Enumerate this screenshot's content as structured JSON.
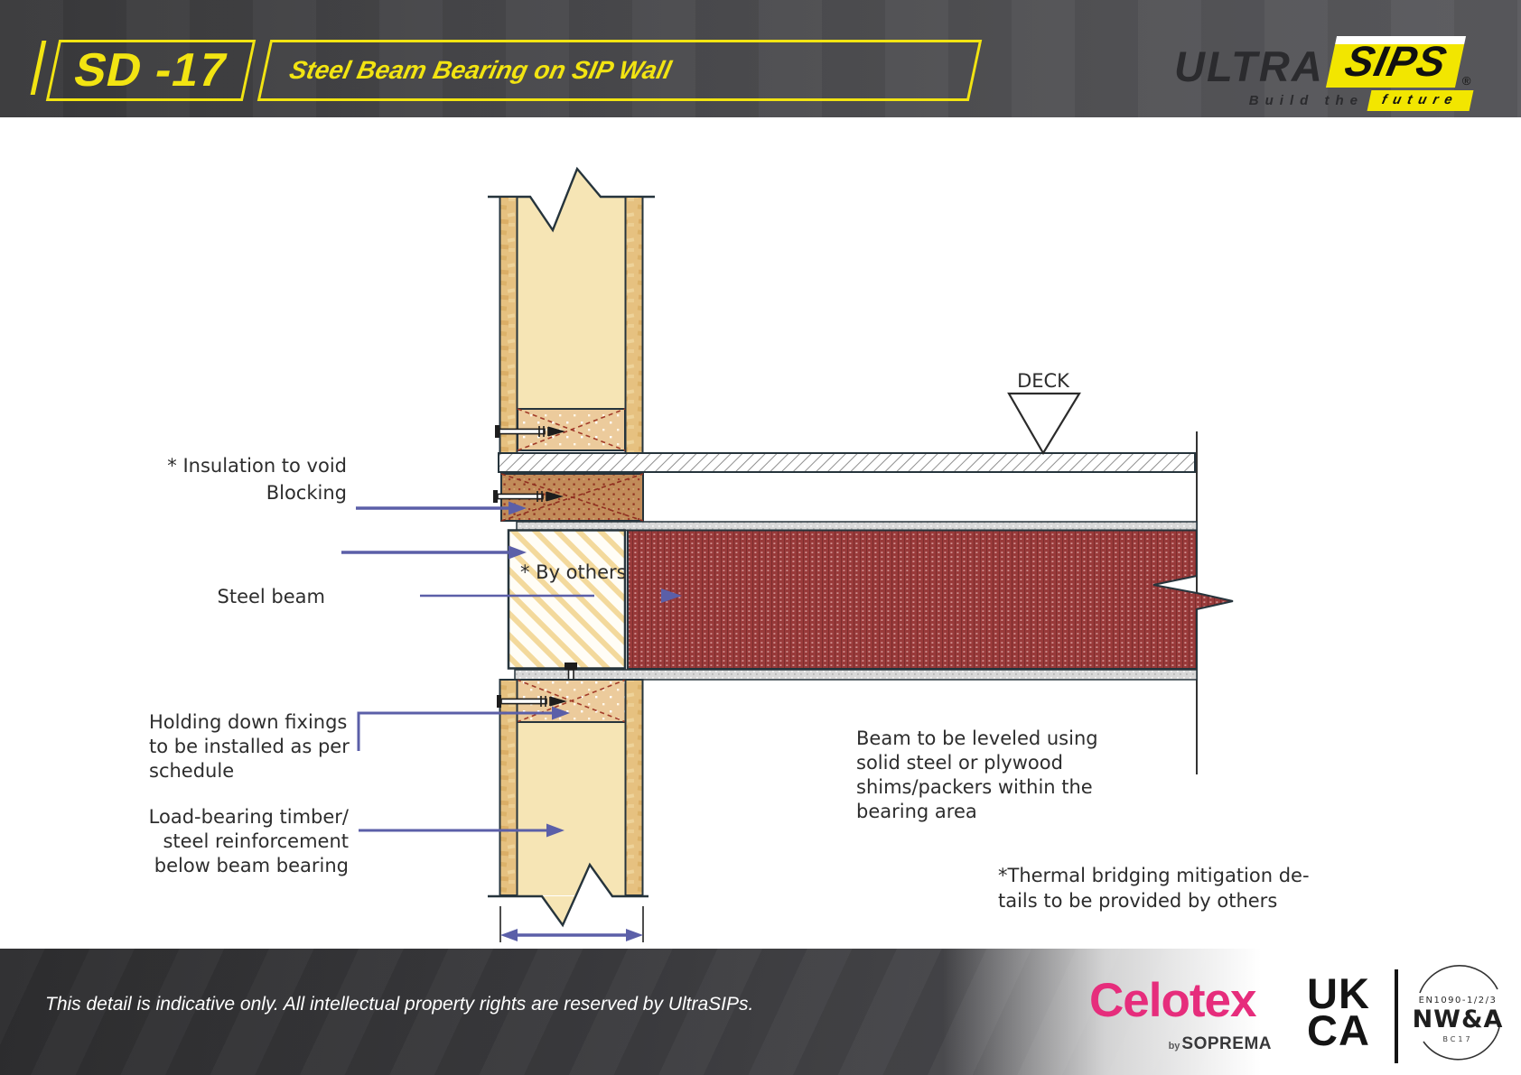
{
  "header": {
    "code": "SD -17",
    "title": "Steel Beam Bearing on SIP Wall"
  },
  "brand": {
    "ultra": "ULTRA",
    "sips": "SIPS",
    "registered": "®",
    "tagline_build_the": "Build the",
    "tagline_future": "future"
  },
  "diagram": {
    "deck_label": "DECK",
    "by_others_label": "* By others",
    "insulation_label": "* Insulation to void",
    "blocking_label": "Blocking",
    "steel_beam_label": "Steel beam",
    "holding_down_lines": [
      "Holding down fixings",
      "to be installed as per",
      "schedule"
    ],
    "load_bearing_lines": [
      "Load-bearing timber/",
      "steel reinforcement",
      "below beam bearing"
    ],
    "beam_leveled_lines": [
      "Beam to be leveled using",
      "solid steel or plywood",
      "shims/packers within the",
      "bearing area"
    ],
    "thermal_lines": [
      "*Thermal bridging mitigation de-",
      "tails to be provided by others"
    ]
  },
  "footer": {
    "disclaimer": "This detail is indicative only. All intellectual property rights are reserved by UltraSIPs.",
    "celotex": "Celotex",
    "celotex_by": "by",
    "celotex_soprema": "SOPREMA",
    "ukca_line1": "UK",
    "ukca_line2": "CA",
    "cert_standard": "EN1090-1/2/3",
    "cert_name": "NW&A",
    "cert_code": "BC17"
  },
  "colors": {
    "accent_yellow": "#f2e412",
    "logo_yellow": "#f2e600",
    "leader_blue": "#5b5fa8",
    "beam_red": "#993a3a",
    "osb_tan": "#e6c180",
    "core_cream": "#f6e5b5",
    "blocking_tan": "#eccb9c",
    "blocking_brown": "#c18b59",
    "celotex_pink": "#e62d7c",
    "outline_dark": "#26343c"
  }
}
